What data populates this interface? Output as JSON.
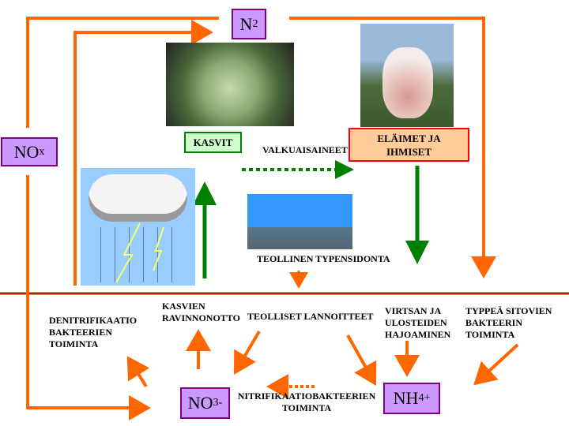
{
  "nodes": {
    "n2": {
      "base": "N",
      "sub": "2"
    },
    "nox": {
      "base": "NO",
      "sub": "x"
    },
    "no3": {
      "base": "NO",
      "sub": "3",
      "sup": "-"
    },
    "nh4": {
      "base": "NH",
      "sub": "4",
      "sup": "+"
    }
  },
  "boxes": {
    "kasvit": "KASVIT",
    "elaimet_line1": "ELÄIMET JA",
    "elaimet_line2": "IHMISET"
  },
  "labels": {
    "valkuaisaineet": "VALKUAISAINEET",
    "teollinen_typensidonta": "TEOLLINEN TYPENSIDONTA",
    "denitrifikaatio": [
      "DENITRIFIKAATIO",
      "BAKTEERIEN",
      "TOIMINTA"
    ],
    "kasvien_ravinnonotto": [
      "KASVIEN",
      "RAVINNONOTTO"
    ],
    "teolliset_lannoitteet": "TEOLLISET LANNOITTEET",
    "virtsan": [
      "VIRTSAN JA",
      "ULOSTEIDEN",
      "HAJOAMINEN"
    ],
    "typpea_sitovien": [
      "TYPPEÄ SITOVIEN",
      "BAKTEERIN",
      "TOIMINTA"
    ],
    "nitrifikaatio": [
      "NITRIFIKAATIOBAKTEERIEN",
      "TOIMINTA"
    ]
  },
  "images": [
    "cabbage",
    "cow",
    "storm-clouds-lightning",
    "factory"
  ],
  "colors": {
    "orange": "#ff6600",
    "green": "#008000",
    "ground": "#993300",
    "chem_fill": "#cc99ff",
    "chem_border": "#800080"
  }
}
